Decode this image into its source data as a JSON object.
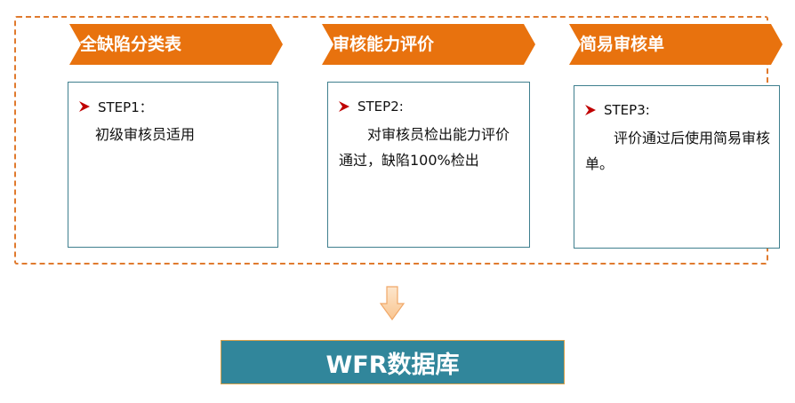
{
  "stages": [
    {
      "label": "全缺陷分类表",
      "step": "STEP1：",
      "text": "初级审核员适用"
    },
    {
      "label": "审核能力评价",
      "step": "STEP2:",
      "text": "对审核员检出能力评价通过，缺陷100%检出"
    },
    {
      "label": "简易审核单",
      "step": "STEP3:",
      "text": "评价通过后使用简易审核单。"
    }
  ],
  "database": {
    "label": "WFR数据库"
  },
  "icons": {
    "bullet": "arrowhead-bullet-icon",
    "flow": "down-arrow-icon"
  },
  "colors": {
    "banner": "#e8720e",
    "frame": "#e07a2e",
    "step_border": "#3f7f8e",
    "bullet": "#c00000",
    "arrow_fill": "#fbd7b0",
    "arrow_stroke": "#f0a868",
    "database": "#31869b"
  }
}
